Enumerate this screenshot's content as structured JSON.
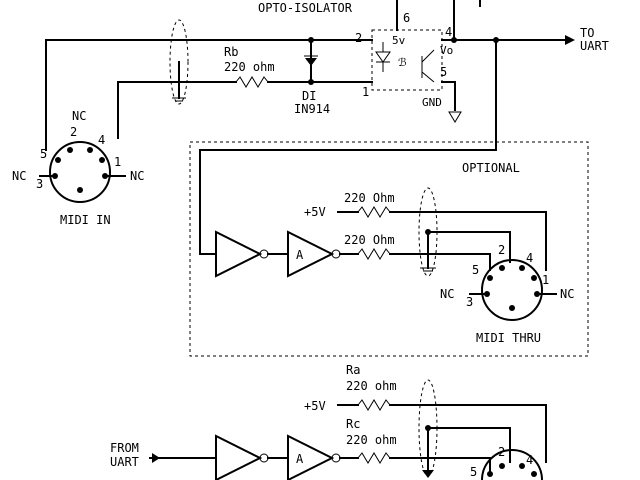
{
  "opto": {
    "title": "OPTO-ISOLATOR",
    "pin_top": "6",
    "pin_left_top": "2",
    "pin_right_top": "4",
    "pin_right_bottom": "5",
    "pin_left_bottom": "1",
    "supply": "5v",
    "vout": "Vo",
    "gnd": "GND"
  },
  "to_uart": {
    "line1": "TO",
    "line2": "UART"
  },
  "rb": {
    "name": "Rb",
    "value": "220 ohm"
  },
  "diode": {
    "name": "DI",
    "part": "IN914"
  },
  "midi_in": {
    "label": "MIDI IN",
    "nc_top": "NC",
    "nc_left": "NC",
    "nc_right": "NC",
    "pin2": "2",
    "pin4": "4",
    "pin5": "5",
    "pin1": "1",
    "pin3": "3"
  },
  "optional_box": {
    "title": "OPTIONAL",
    "supply": "+5V",
    "r1": "220 Ohm",
    "r2": "220 Ohm",
    "buffer": "A",
    "midi_thru": {
      "label": "MIDI THRU",
      "nc_left": "NC",
      "nc_right": "NC",
      "pin2": "2",
      "pin4": "4",
      "pin5": "5",
      "pin1": "1",
      "pin3": "3"
    }
  },
  "midi_out_section": {
    "ra_name": "Ra",
    "ra_value": "220 ohm",
    "supply": "+5V",
    "rc_name": "Rc",
    "rc_value": "220 ohm",
    "from_uart_line1": "FROM",
    "from_uart_line2": "UART",
    "buffer": "A",
    "pin2": "2",
    "pin4": "4",
    "pin5": "5"
  }
}
